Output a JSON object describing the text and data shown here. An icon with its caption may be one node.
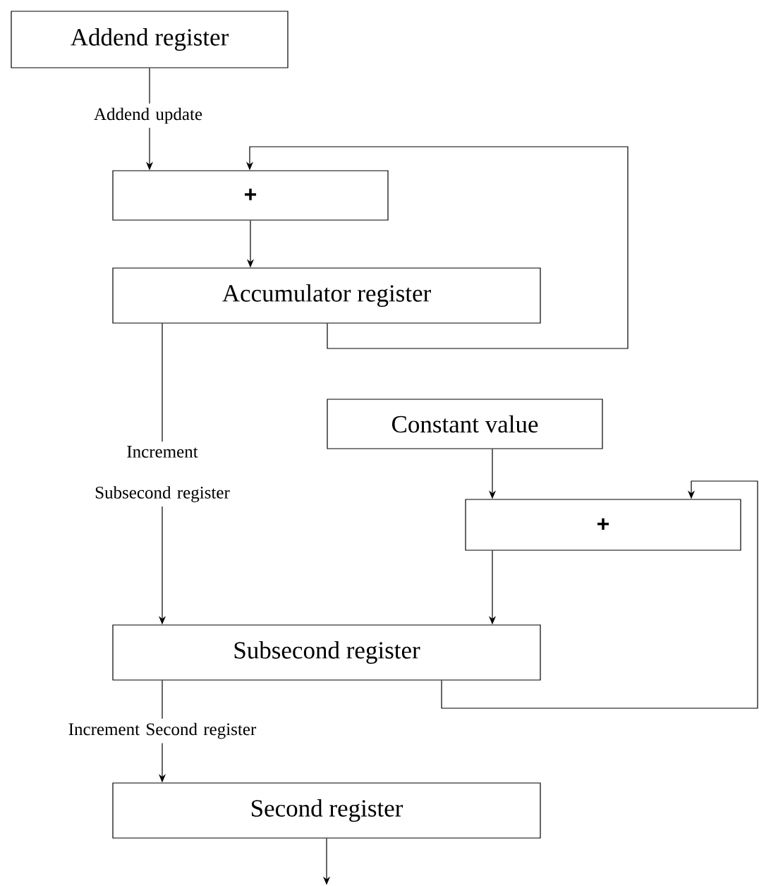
{
  "diagram": {
    "nodes": [
      {
        "text": [
          "Addend register"
        ]
      },
      {
        "text": [
          "+"
        ]
      },
      {
        "text": [
          "Accumulator register"
        ]
      },
      {
        "text": [
          "Constant value"
        ]
      },
      {
        "text": [
          "+"
        ]
      },
      {
        "text": [
          "Subsecond register"
        ]
      },
      {
        "text": [
          "Second register"
        ]
      }
    ],
    "edges": [
      {
        "from": 0,
        "to": 1,
        "arrow": "to",
        "label": "Addend update"
      },
      {
        "from": 1,
        "to": 2,
        "arrow": "to"
      },
      {
        "from": 2,
        "to": 1,
        "arrow": "to"
      },
      {
        "from": 2,
        "to": 5,
        "arrow": "to",
        "label": "Increment Subsecond register"
      },
      {
        "from": 3,
        "to": 4,
        "arrow": "to"
      },
      {
        "from": 4,
        "to": 5,
        "arrow": "to"
      },
      {
        "from": 5,
        "to": 4,
        "arrow": "to"
      },
      {
        "from": 5,
        "to": 6,
        "arrow": "to",
        "label": "Increment Second register"
      },
      {
        "from": 6,
        "to": null,
        "arrow": "to"
      }
    ]
  }
}
